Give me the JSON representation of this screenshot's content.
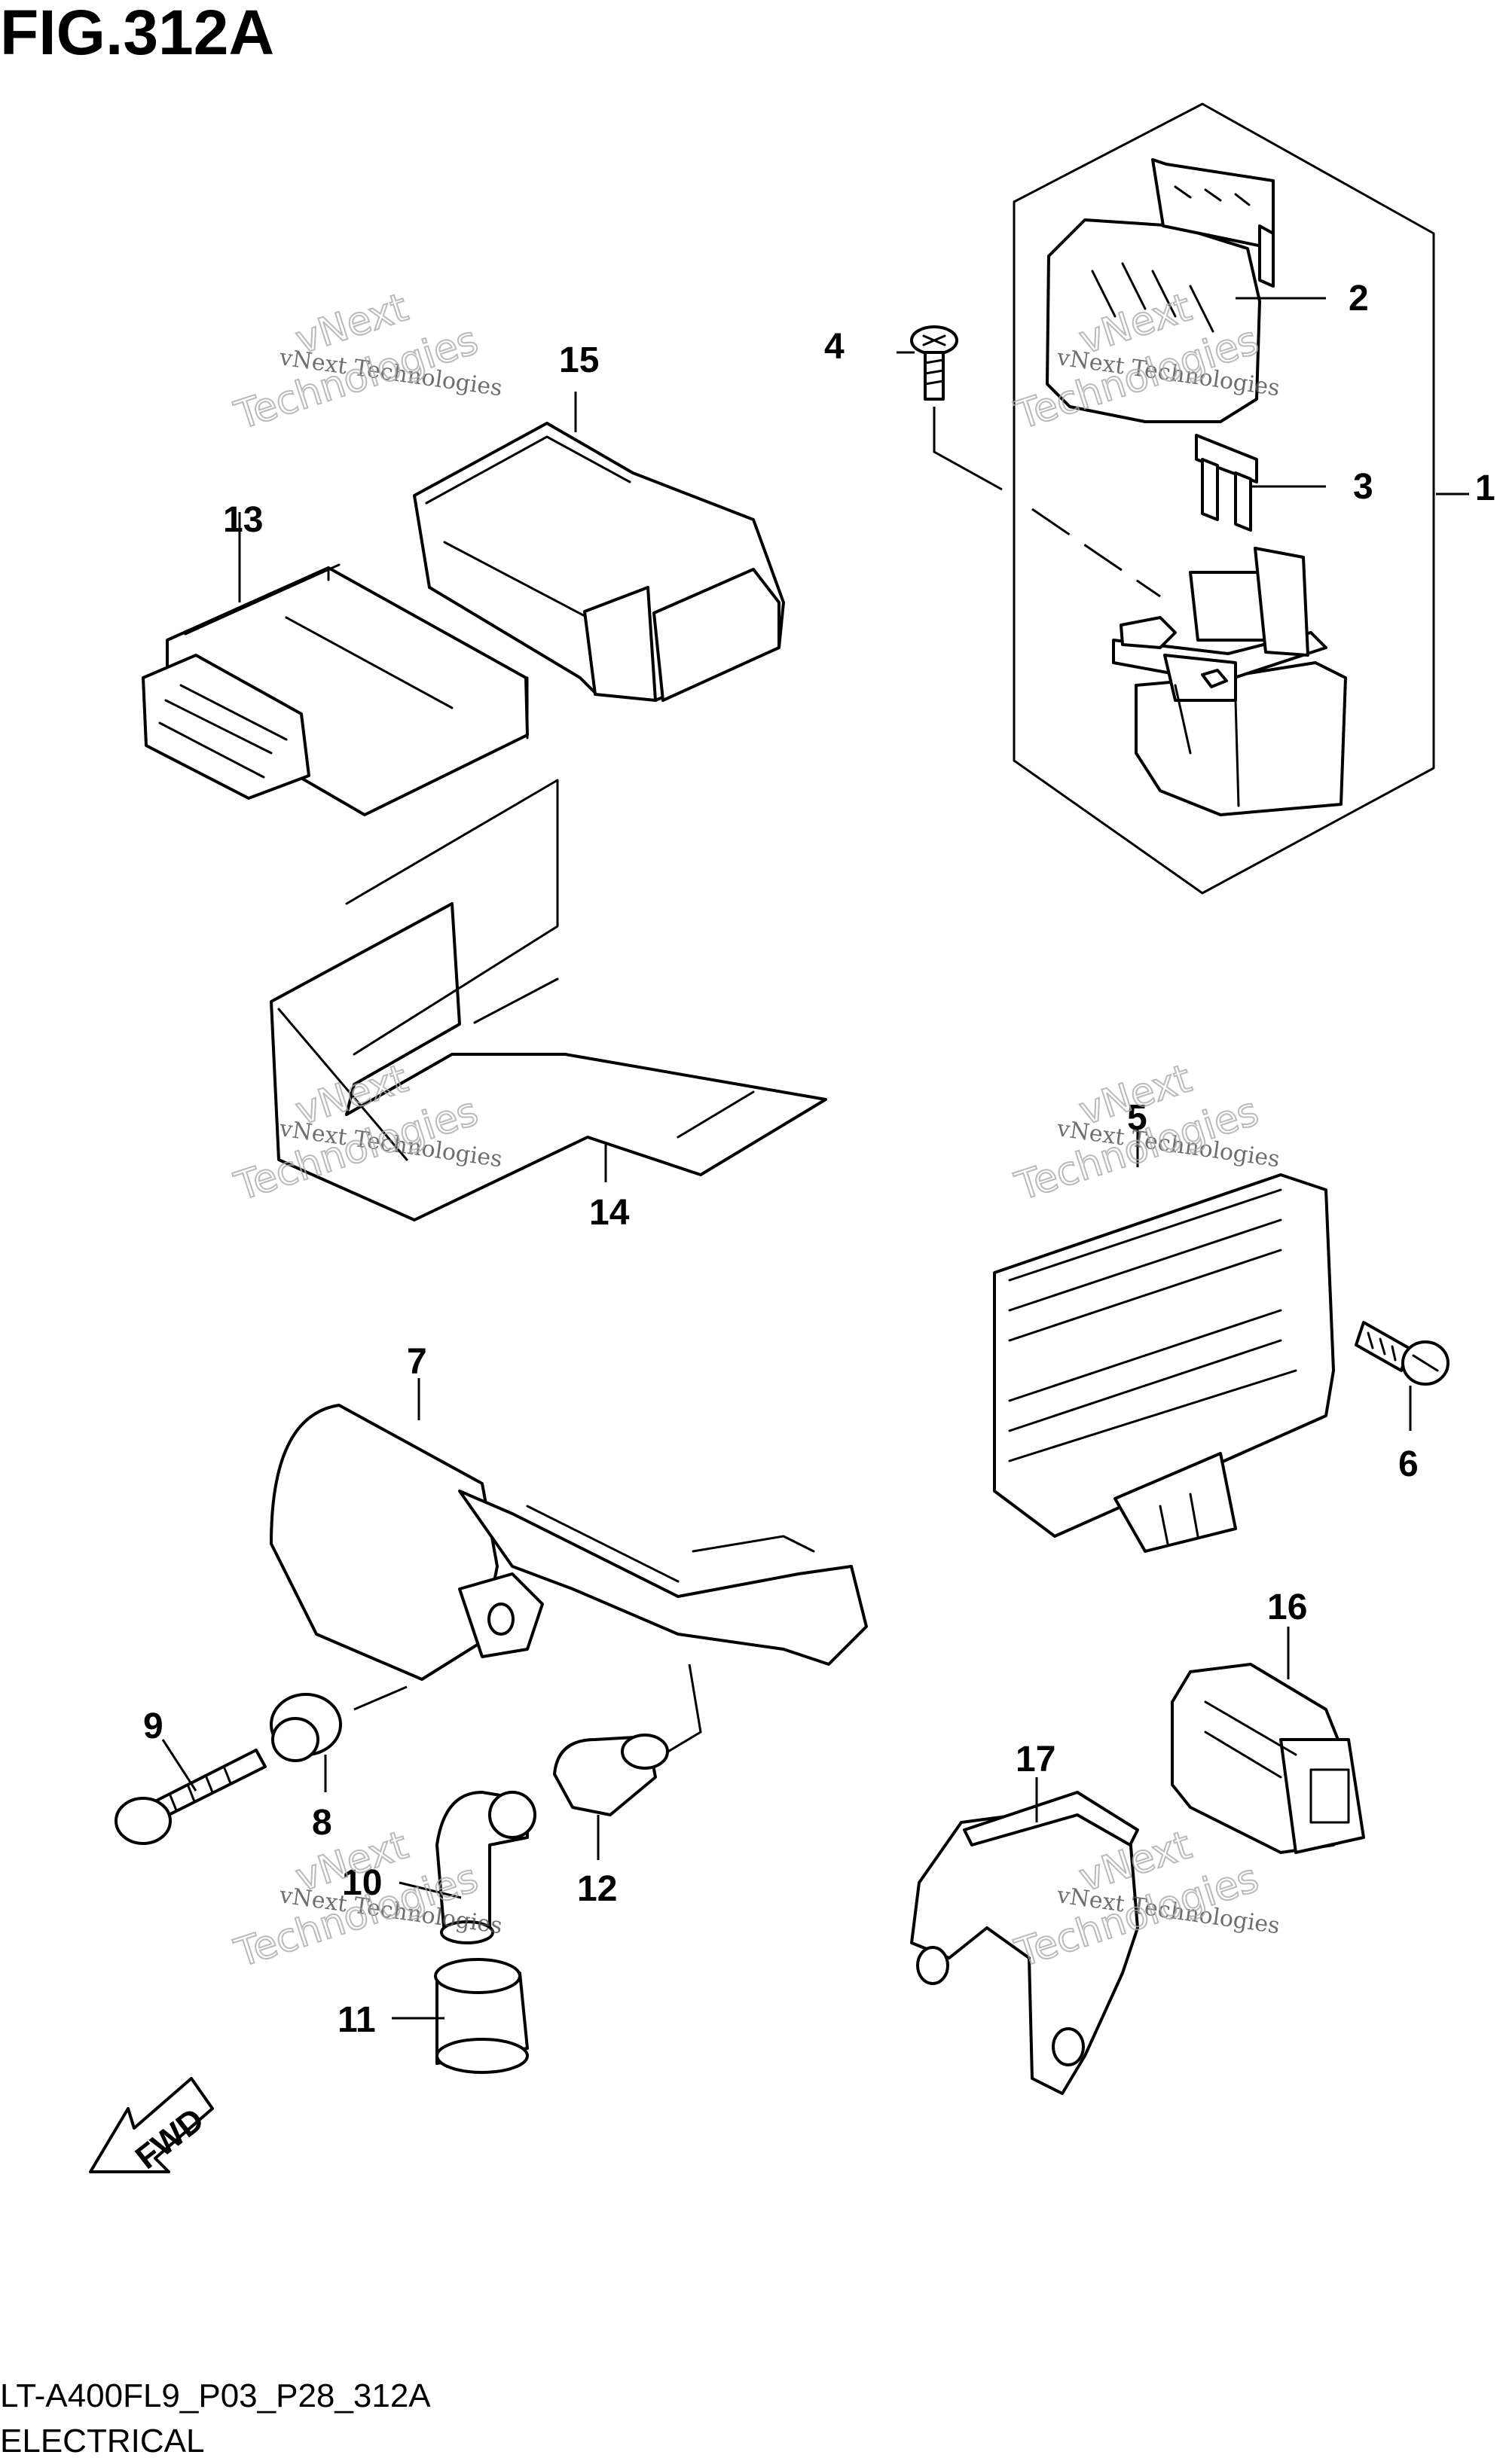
{
  "figure": {
    "title": "FIG.312A",
    "model_code": "LT-A400FL9_P03_P28_312A",
    "section": "ELECTRICAL"
  },
  "callouts": [
    "1",
    "2",
    "3",
    "4",
    "5",
    "6",
    "7",
    "8",
    "9",
    "10",
    "11",
    "12",
    "13",
    "14",
    "15",
    "16",
    "17"
  ],
  "parts": {
    "starter_relay_assembly": "1",
    "relay_cover": "2",
    "fuse": "3",
    "relay_screw": "4",
    "regulator_rectifier": "5",
    "regulator_bolt": "6",
    "ignition_coil": "7",
    "coil_spacer": "8",
    "coil_bolt": "9",
    "plug_cap_elbow": "10",
    "plug_cap_boot": "11",
    "spark_plug_cap": "12",
    "ecm": "13",
    "ecm_bracket": "14",
    "ecm_cover": "15",
    "connector": "16",
    "connector_bracket": "17"
  },
  "forward_arrow": "FWD",
  "watermark": {
    "line1": "vNext Technologies",
    "line2a": "vNext",
    "line2b": "Technologies"
  }
}
